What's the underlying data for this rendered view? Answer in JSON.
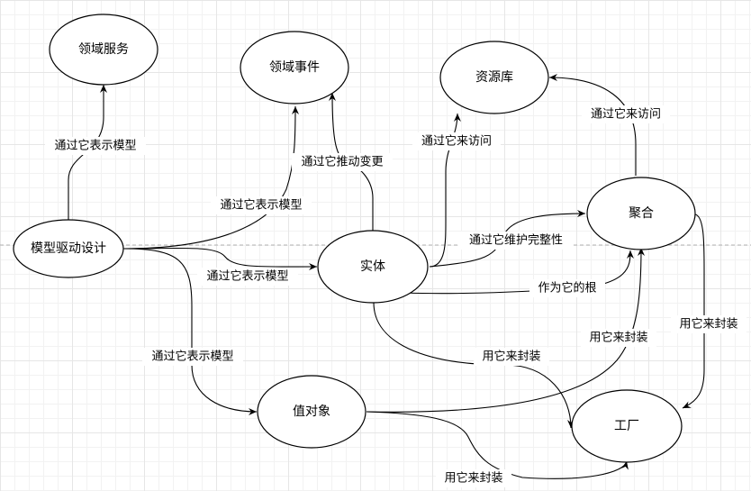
{
  "nodes": {
    "domain_service": "领域服务",
    "domain_event": "领域事件",
    "repository": "资源库",
    "aggregate": "聚合",
    "model_driven_design": "模型驱动设计",
    "entity": "实体",
    "value_object": "值对象",
    "factory": "工厂"
  },
  "edges": {
    "mdd_to_service": "通过它表示模型",
    "mdd_to_event": "通过它表示模型",
    "entity_to_event": "通过它推动变更",
    "entity_to_repository": "通过它来访问",
    "aggregate_to_repository": "通过它来访问",
    "entity_to_aggregate_integrity": "通过它维护完整性",
    "mdd_to_entity": "通过它表示模型",
    "entity_root_of_aggregate": "作为它的根",
    "aggregate_to_factory": "用它来封装",
    "value_object_to_aggregate": "用它来封装",
    "mdd_to_value_object": "通过它表示模型",
    "entity_to_factory": "用它来封装",
    "value_object_to_factory": "用它来封装"
  }
}
